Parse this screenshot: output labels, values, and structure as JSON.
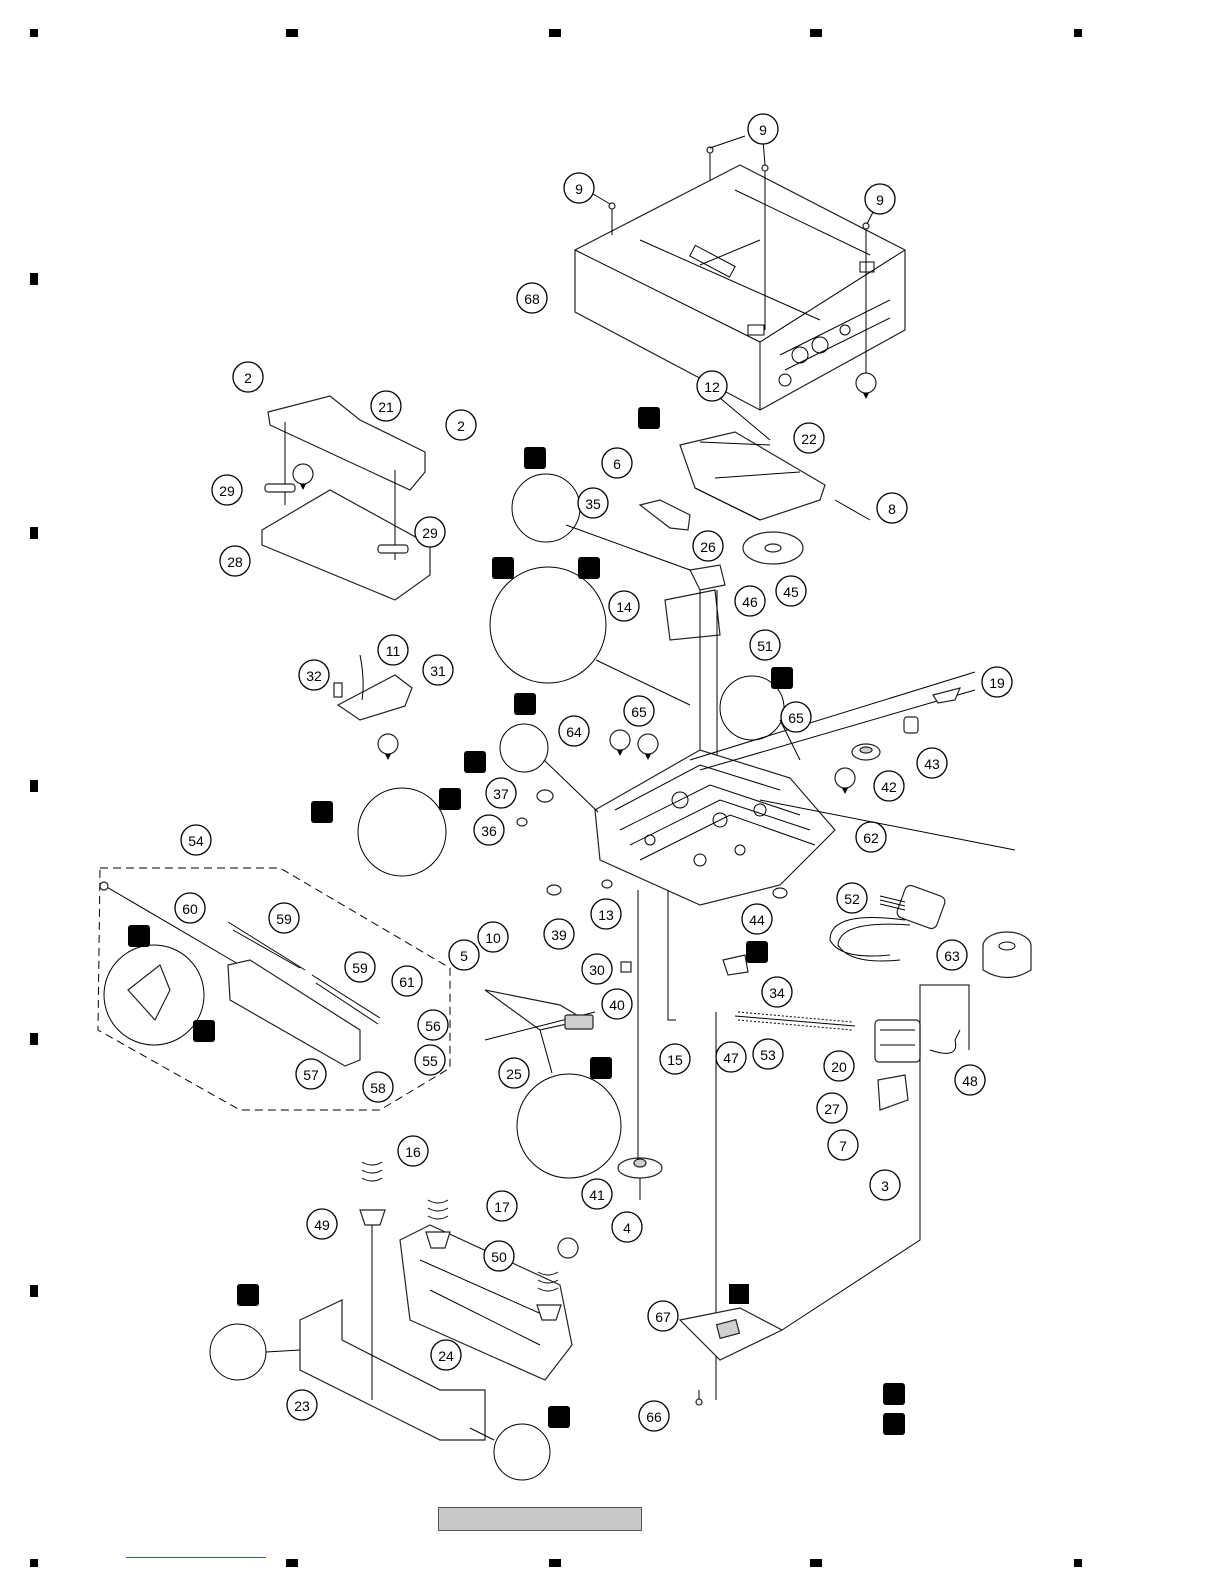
{
  "page": {
    "title": "",
    "footer_text": "",
    "colors": {
      "ink": "#000000",
      "paper": "#ffffff",
      "footer_bar": "#c8c8c8",
      "link_line": "#3355cc"
    }
  },
  "callouts": [
    {
      "id": "c9a",
      "label": "9"
    },
    {
      "id": "c9b",
      "label": "9"
    },
    {
      "id": "c9c",
      "label": "9"
    },
    {
      "id": "c68",
      "label": "68"
    },
    {
      "id": "c2a",
      "label": "2"
    },
    {
      "id": "c2b",
      "label": "2"
    },
    {
      "id": "c21",
      "label": "21"
    },
    {
      "id": "c29a",
      "label": "29"
    },
    {
      "id": "c29b",
      "label": "29"
    },
    {
      "id": "c28",
      "label": "28"
    },
    {
      "id": "c12",
      "label": "12"
    },
    {
      "id": "c22",
      "label": "22"
    },
    {
      "id": "c6",
      "label": "6"
    },
    {
      "id": "c35",
      "label": "35"
    },
    {
      "id": "c8",
      "label": "8"
    },
    {
      "id": "c26",
      "label": "26"
    },
    {
      "id": "c45",
      "label": "45"
    },
    {
      "id": "c46",
      "label": "46"
    },
    {
      "id": "c14",
      "label": "14"
    },
    {
      "id": "c51",
      "label": "51"
    },
    {
      "id": "c11",
      "label": "11"
    },
    {
      "id": "c32",
      "label": "32"
    },
    {
      "id": "c31",
      "label": "31"
    },
    {
      "id": "c19",
      "label": "19"
    },
    {
      "id": "c65a",
      "label": "65"
    },
    {
      "id": "c65b",
      "label": "65"
    },
    {
      "id": "c64",
      "label": "64"
    },
    {
      "id": "c43",
      "label": "43"
    },
    {
      "id": "c42",
      "label": "42"
    },
    {
      "id": "c37",
      "label": "37"
    },
    {
      "id": "c36",
      "label": "36"
    },
    {
      "id": "c62",
      "label": "62"
    },
    {
      "id": "c54",
      "label": "54"
    },
    {
      "id": "c60",
      "label": "60"
    },
    {
      "id": "c59a",
      "label": "59"
    },
    {
      "id": "c59b",
      "label": "59"
    },
    {
      "id": "c61",
      "label": "61"
    },
    {
      "id": "c56",
      "label": "56"
    },
    {
      "id": "c55",
      "label": "55"
    },
    {
      "id": "c57",
      "label": "57"
    },
    {
      "id": "c58",
      "label": "58"
    },
    {
      "id": "c39",
      "label": "39"
    },
    {
      "id": "c13",
      "label": "13"
    },
    {
      "id": "c44",
      "label": "44"
    },
    {
      "id": "c52",
      "label": "52"
    },
    {
      "id": "c63",
      "label": "63"
    },
    {
      "id": "c10",
      "label": "10"
    },
    {
      "id": "c5",
      "label": "5"
    },
    {
      "id": "c30",
      "label": "30"
    },
    {
      "id": "c34",
      "label": "34"
    },
    {
      "id": "c40",
      "label": "40"
    },
    {
      "id": "c25",
      "label": "25"
    },
    {
      "id": "c15",
      "label": "15"
    },
    {
      "id": "c47",
      "label": "47"
    },
    {
      "id": "c53",
      "label": "53"
    },
    {
      "id": "c20",
      "label": "20"
    },
    {
      "id": "c48",
      "label": "48"
    },
    {
      "id": "c27",
      "label": "27"
    },
    {
      "id": "c7",
      "label": "7"
    },
    {
      "id": "c3",
      "label": "3"
    },
    {
      "id": "c41",
      "label": "41"
    },
    {
      "id": "c4",
      "label": "4"
    },
    {
      "id": "c16",
      "label": "16"
    },
    {
      "id": "c17",
      "label": "17"
    },
    {
      "id": "c49",
      "label": "49"
    },
    {
      "id": "c50",
      "label": "50"
    },
    {
      "id": "c24",
      "label": "24"
    },
    {
      "id": "c23",
      "label": "23"
    },
    {
      "id": "c67",
      "label": "67"
    },
    {
      "id": "c66",
      "label": "66"
    }
  ],
  "grid_label_markers": "registration-marks",
  "icons": {
    "lubricant": "grease-icon",
    "marker_balloon": "connector-balloon-icon"
  }
}
